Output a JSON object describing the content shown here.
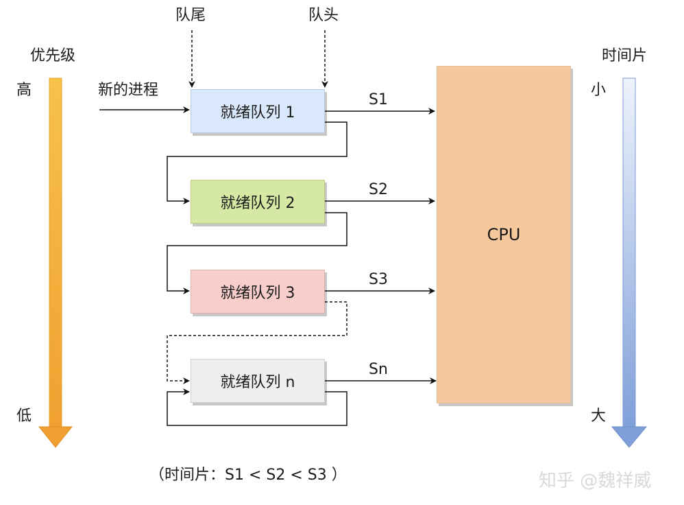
{
  "labels": {
    "queue_tail": "队尾",
    "queue_head": "队头",
    "priority": "优先级",
    "priority_high": "高",
    "priority_low": "低",
    "time_slice": "时间片",
    "slice_small": "小",
    "slice_large": "大",
    "new_process": "新的进程",
    "footnote": "（时间片：S1 < S2 < S3 ）",
    "watermark": "知乎 @魏祥威"
  },
  "queues": [
    {
      "label": "就绪队列 1",
      "slice": "S1",
      "color": "#dae8fc"
    },
    {
      "label": "就绪队列 2",
      "slice": "S2",
      "color": "#d5e8a4"
    },
    {
      "label": "就绪队列 3",
      "slice": "S3",
      "color": "#f8cecc"
    },
    {
      "label": "就绪队列 n",
      "slice": "Sn",
      "color": "#eeeeee"
    }
  ],
  "cpu": {
    "label": "CPU",
    "color": "#f5c99d"
  },
  "colors": {
    "priority_arrow_top": "#f7c24a",
    "priority_arrow_bottom": "#f0a030",
    "slice_arrow_top": "#e6eefa",
    "slice_arrow_bottom": "#7f9fd8"
  }
}
